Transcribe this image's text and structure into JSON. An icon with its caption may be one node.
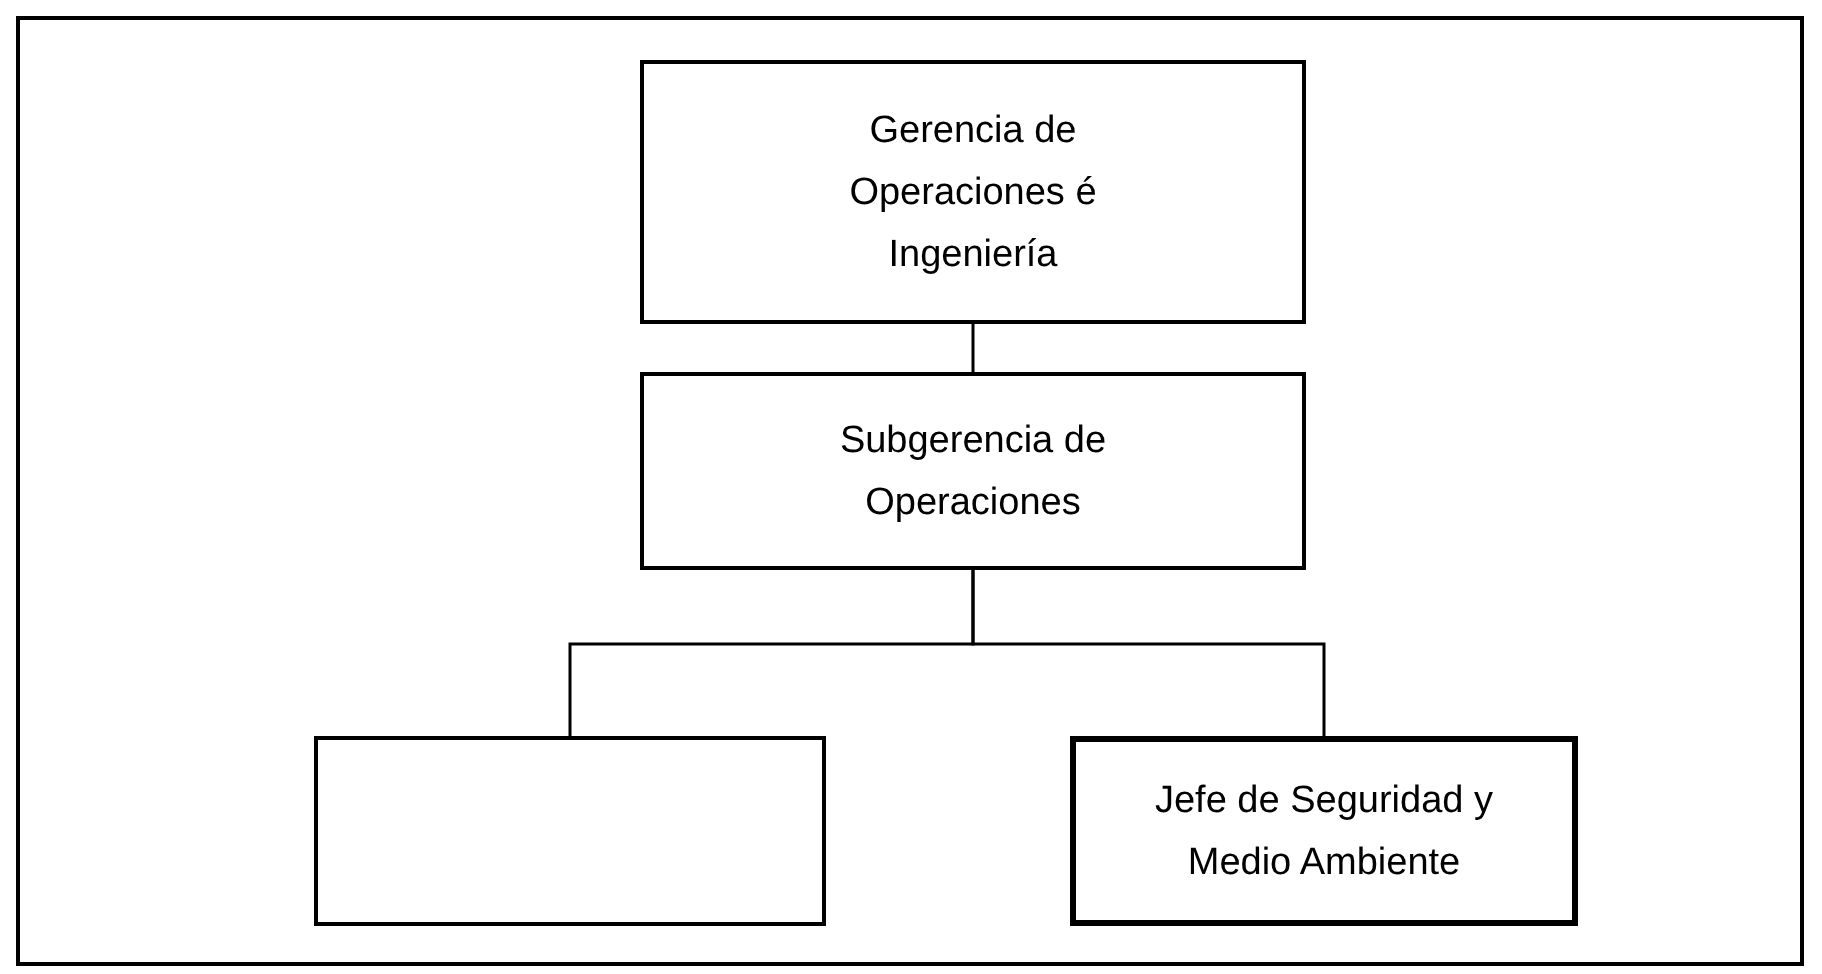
{
  "diagram": {
    "nodes": [
      {
        "text": [
          "Gerencia de Operaciones é Ingeniería"
        ]
      },
      {
        "text": [
          "Subgerencia de Operaciones"
        ]
      },
      {
        "text": [],
        "shape": "box"
      },
      {
        "text": [
          "Jefe de Seguridad y Medio Ambiente"
        ]
      }
    ],
    "edges": [
      {
        "from": 0,
        "to": 1,
        "arrow": "none"
      },
      {
        "from": 1,
        "to": 2,
        "arrow": "none"
      },
      {
        "from": 1,
        "to": 3,
        "arrow": "none"
      }
    ]
  }
}
